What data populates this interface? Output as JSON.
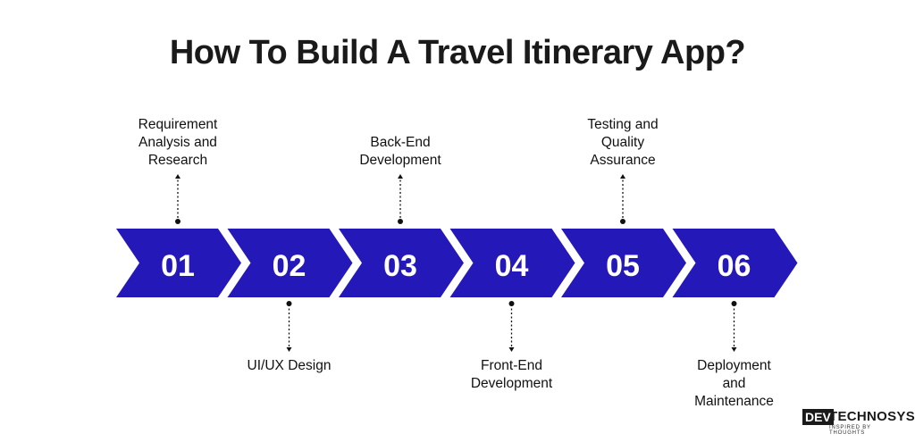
{
  "title": "How To Build A Travel Itinerary App?",
  "colors": {
    "chevron": "#2419b8",
    "text": "#111111",
    "number": "#ffffff",
    "connector": "#111111"
  },
  "steps": [
    {
      "number": "01",
      "label_lines": [
        "Requirement",
        "Analysis and",
        "Research"
      ],
      "position": "top"
    },
    {
      "number": "02",
      "label_lines": [
        "UI/UX Design"
      ],
      "position": "bottom"
    },
    {
      "number": "03",
      "label_lines": [
        "Back-End",
        "Development"
      ],
      "position": "top"
    },
    {
      "number": "04",
      "label_lines": [
        "Front-End",
        "Development"
      ],
      "position": "bottom"
    },
    {
      "number": "05",
      "label_lines": [
        "Testing and",
        "Quality",
        "Assurance"
      ],
      "position": "top"
    },
    {
      "number": "06",
      "label_lines": [
        "Deployment",
        "and",
        "Maintenance"
      ],
      "position": "bottom"
    }
  ],
  "logo": {
    "mark": "DEV",
    "name": "TECHNOSYS",
    "tagline": "INSPIRED BY THOUGHTS"
  }
}
